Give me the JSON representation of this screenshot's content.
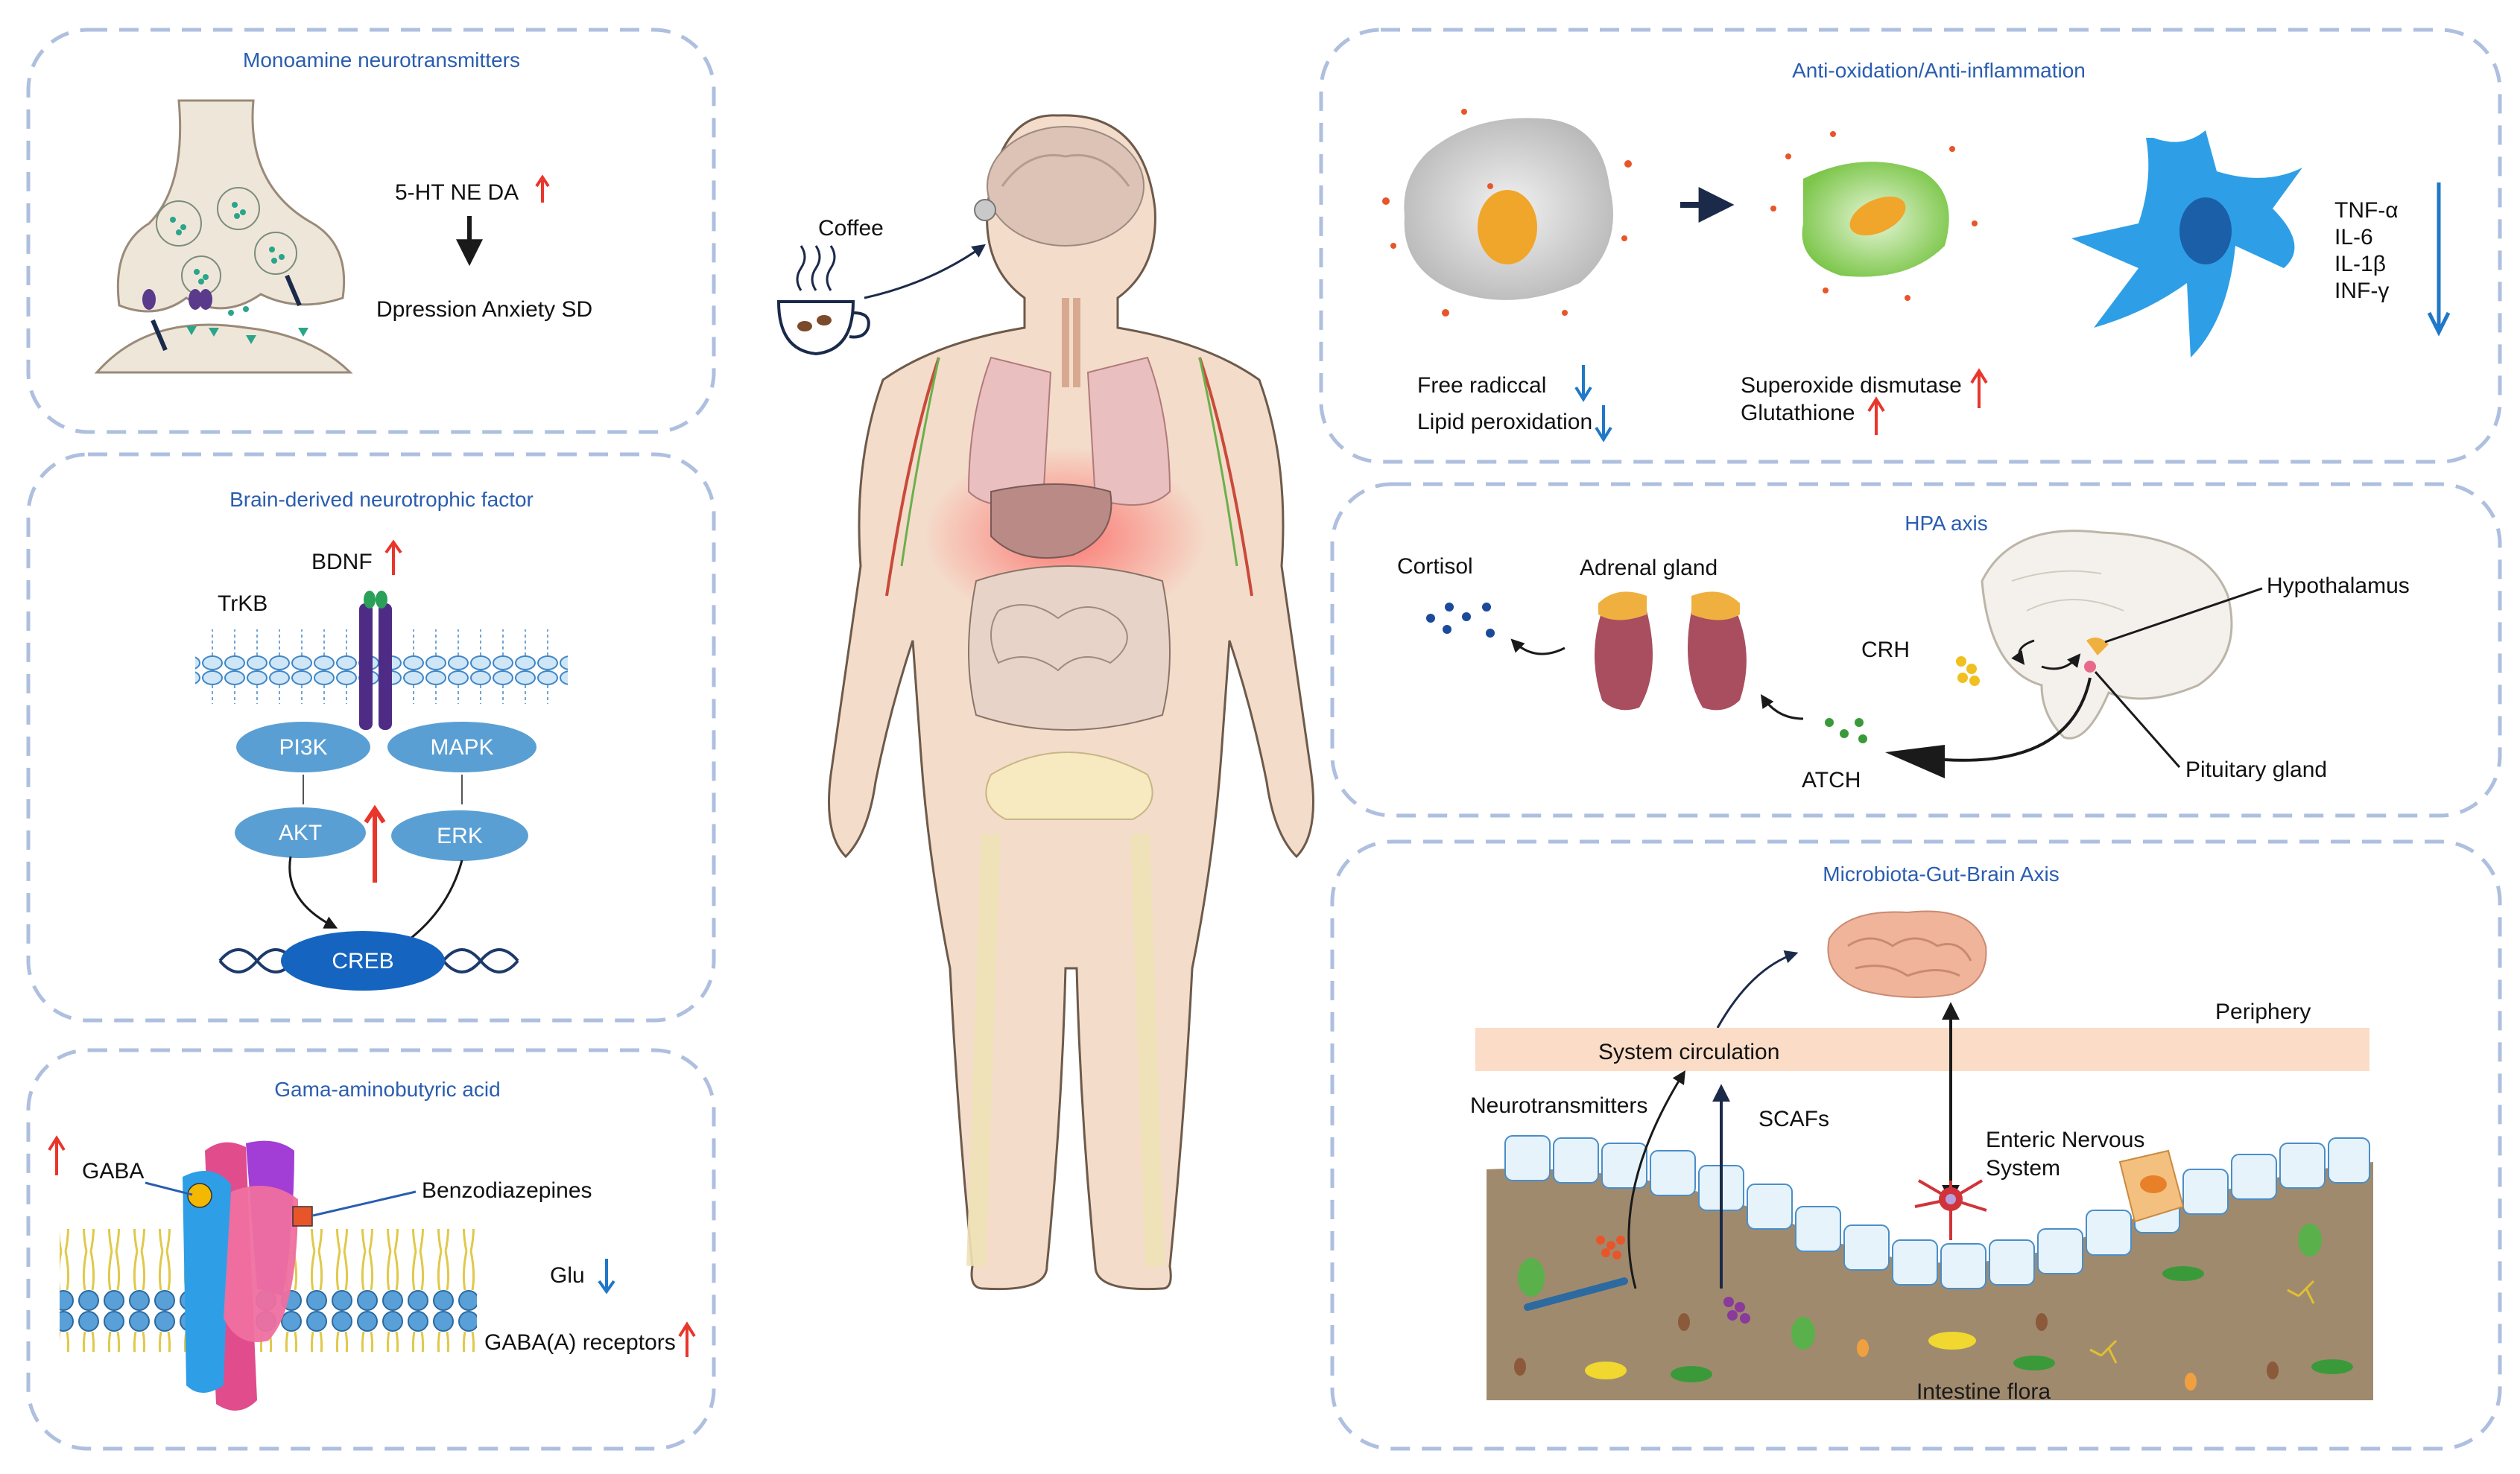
{
  "panels": {
    "monoamine": {
      "title": "Monoamine neurotransmitters",
      "transmitters": "5-HT  NE  DA",
      "outcome": "Dpression Anxiety SD"
    },
    "bdnf": {
      "title": "Brain-derived  neurotrophic  factor",
      "bdnf_label": "BDNF",
      "receptor_label": "TrKB",
      "nodes": [
        "PI3K",
        "MAPK",
        "AKT",
        "ERK",
        "CREB"
      ]
    },
    "gaba": {
      "title": "Gama-aminobutyric  acid",
      "gaba_label": "GABA",
      "benzo_label": "Benzodiazepines",
      "glu_label": "Glu",
      "receptor_label": "GABA(A) receptors"
    },
    "center": {
      "coffee_label": "Coffee"
    },
    "antiox": {
      "title": "Anti-oxidation/Anti-inflammation",
      "left_items": [
        "Free radiccal",
        "Lipid peroxidation"
      ],
      "mid_items": [
        "Superoxide dismutase",
        "Glutathione"
      ],
      "cytokines": [
        "TNF-α",
        "IL-6",
        "IL-1β",
        "INF-γ"
      ]
    },
    "hpa": {
      "title": "HPA  axis",
      "cortisol": "Cortisol",
      "adrenal": "Adrenal gland",
      "crh": "CRH",
      "hypothalamus": "Hypothalamus",
      "pituitary": "Pituitary gland",
      "atch": "ATCH"
    },
    "gut": {
      "title": "Microbiota-Gut-Brain  Axis",
      "periphery": "Periphery",
      "circulation": "System circulation",
      "neurotransmitters": "Neurotransmitters",
      "scafs": "SCAFs",
      "ens": [
        "Enteric Nervous",
        "System"
      ],
      "flora": "Intestine flora"
    }
  },
  "colors": {
    "title_blue": "#2a5db0",
    "panel_border": "#aebfdf",
    "up_arrow": "#e8362d",
    "down_arrow": "#1f78c8",
    "node_blue": "#5a9fd4",
    "creb_blue": "#1565c0"
  }
}
